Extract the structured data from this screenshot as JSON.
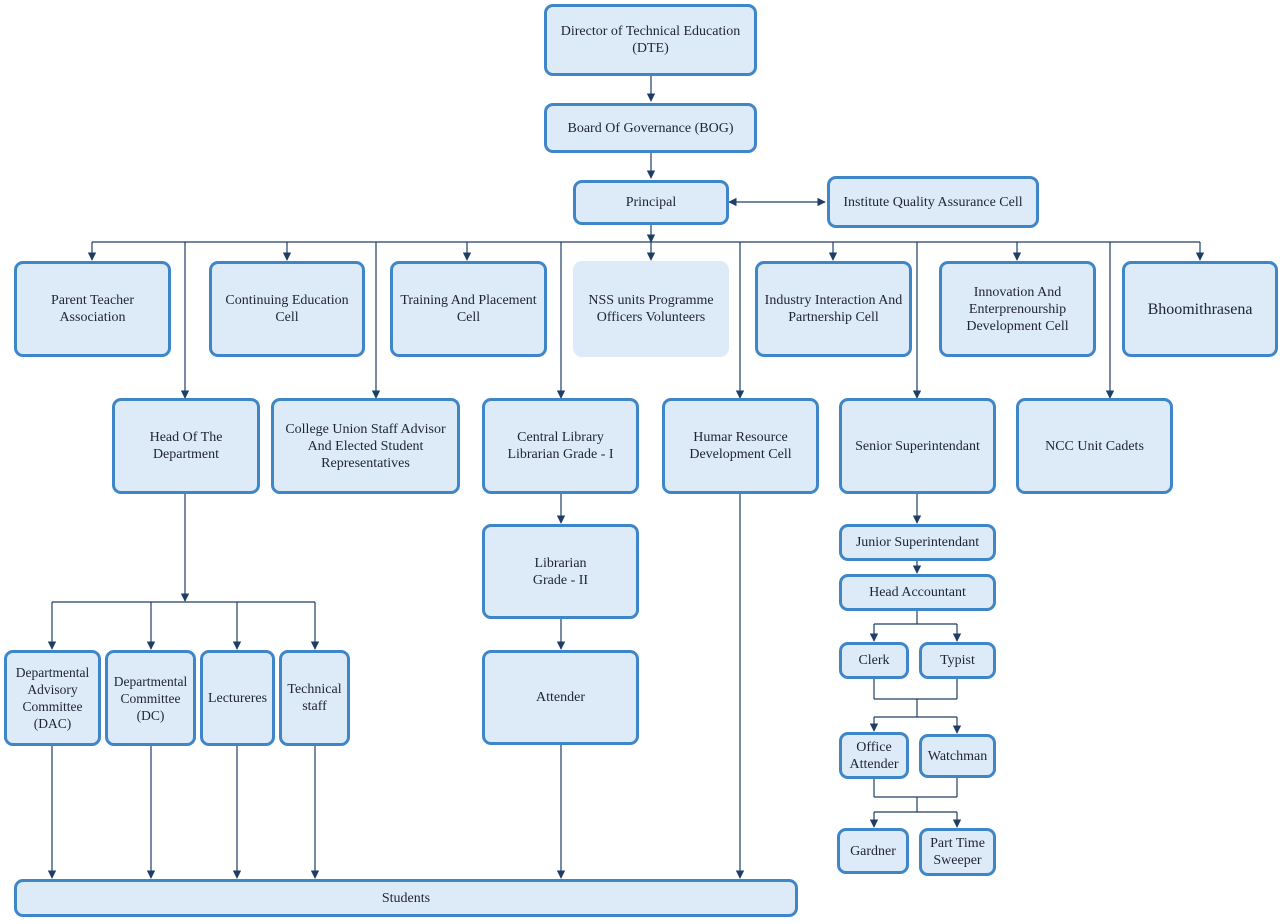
{
  "nodes": {
    "dte": "Director of Technical  Education\n(DTE)",
    "bog": "Board Of Governance (BOG)",
    "principal": "Principal",
    "iqac": "Institute Quality Assurance Cell",
    "pta": "Parent Teacher\nAssociation",
    "continuing_education": "Continuing Education\nCell",
    "training_placement": "Training  And Placement\nCell",
    "nss": "NSS units Programme\nOfficers Volunteers",
    "industry_interaction": "Industry Interaction And\nPartnership Cell",
    "innovation": "Innovation And\nEnterprenourship\nDevelopment Cell",
    "bhoomithrasena": "Bhoomithrasena",
    "hod": "Head Of The\nDepartment",
    "college_union": "College Union Staff Advisor\nAnd Elected Student\nRepresentatives",
    "central_library": "Central Library\nLibrarian Grade - I",
    "hrd": "Humar Resource\nDevelopment Cell",
    "senior_superintendant": "Senior Superintendant",
    "ncc": "NCC Unit Cadets",
    "librarian_grade2": "Librarian\nGrade - II",
    "attender": "Attender",
    "junior_superintendant": "Junior Superintendant",
    "head_accountant": "Head Accountant",
    "clerk": "Clerk",
    "typist": "Typist",
    "office_attender": "Office\nAttender",
    "watchman": "Watchman",
    "gardner": "Gardner",
    "part_time_sweeper": "Part Time\nSweeper",
    "dac": "Departmental\nAdvisory\nCommittee\n(DAC)",
    "dc": "Departmental\nCommittee\n(DC)",
    "lecturers": "Lectureres",
    "technical_staff": "Technical\nstaff",
    "students": "Students"
  },
  "colors": {
    "box_fill": "#ddeaf7",
    "box_border": "#3f86c8",
    "line": "#1e3e66",
    "text": "#1f2433"
  }
}
